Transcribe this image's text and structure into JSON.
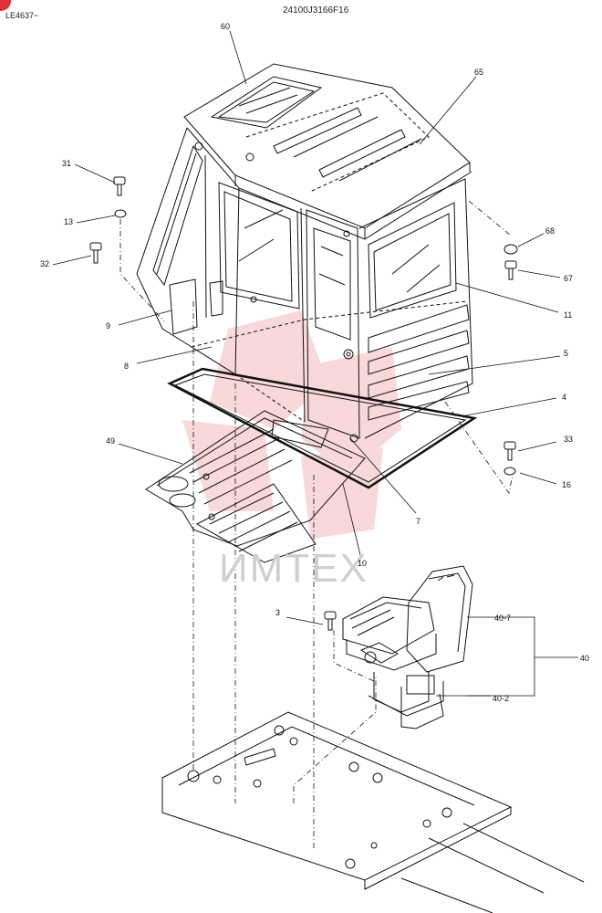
{
  "header": {
    "serial": "LE4637~",
    "drawing_number": "24100J3166F16"
  },
  "watermark": {
    "text": "ИМТЕХ",
    "color": "#e0303a"
  },
  "part_labels": [
    {
      "id": "60",
      "text": "60"
    },
    {
      "id": "65",
      "text": "65"
    },
    {
      "id": "31",
      "text": "31"
    },
    {
      "id": "13",
      "text": "13"
    },
    {
      "id": "32",
      "text": "32"
    },
    {
      "id": "68",
      "text": "68"
    },
    {
      "id": "67",
      "text": "67"
    },
    {
      "id": "11",
      "text": "11"
    },
    {
      "id": "9",
      "text": "9"
    },
    {
      "id": "8",
      "text": "8"
    },
    {
      "id": "5",
      "text": "5"
    },
    {
      "id": "4",
      "text": "4"
    },
    {
      "id": "49",
      "text": "49"
    },
    {
      "id": "33",
      "text": "33"
    },
    {
      "id": "16",
      "text": "16"
    },
    {
      "id": "7",
      "text": "7"
    },
    {
      "id": "10",
      "text": "10"
    },
    {
      "id": "3",
      "text": "3"
    },
    {
      "id": "40-7",
      "text": "40-7"
    },
    {
      "id": "40",
      "text": "40"
    },
    {
      "id": "40-2",
      "text": "40-2"
    }
  ]
}
